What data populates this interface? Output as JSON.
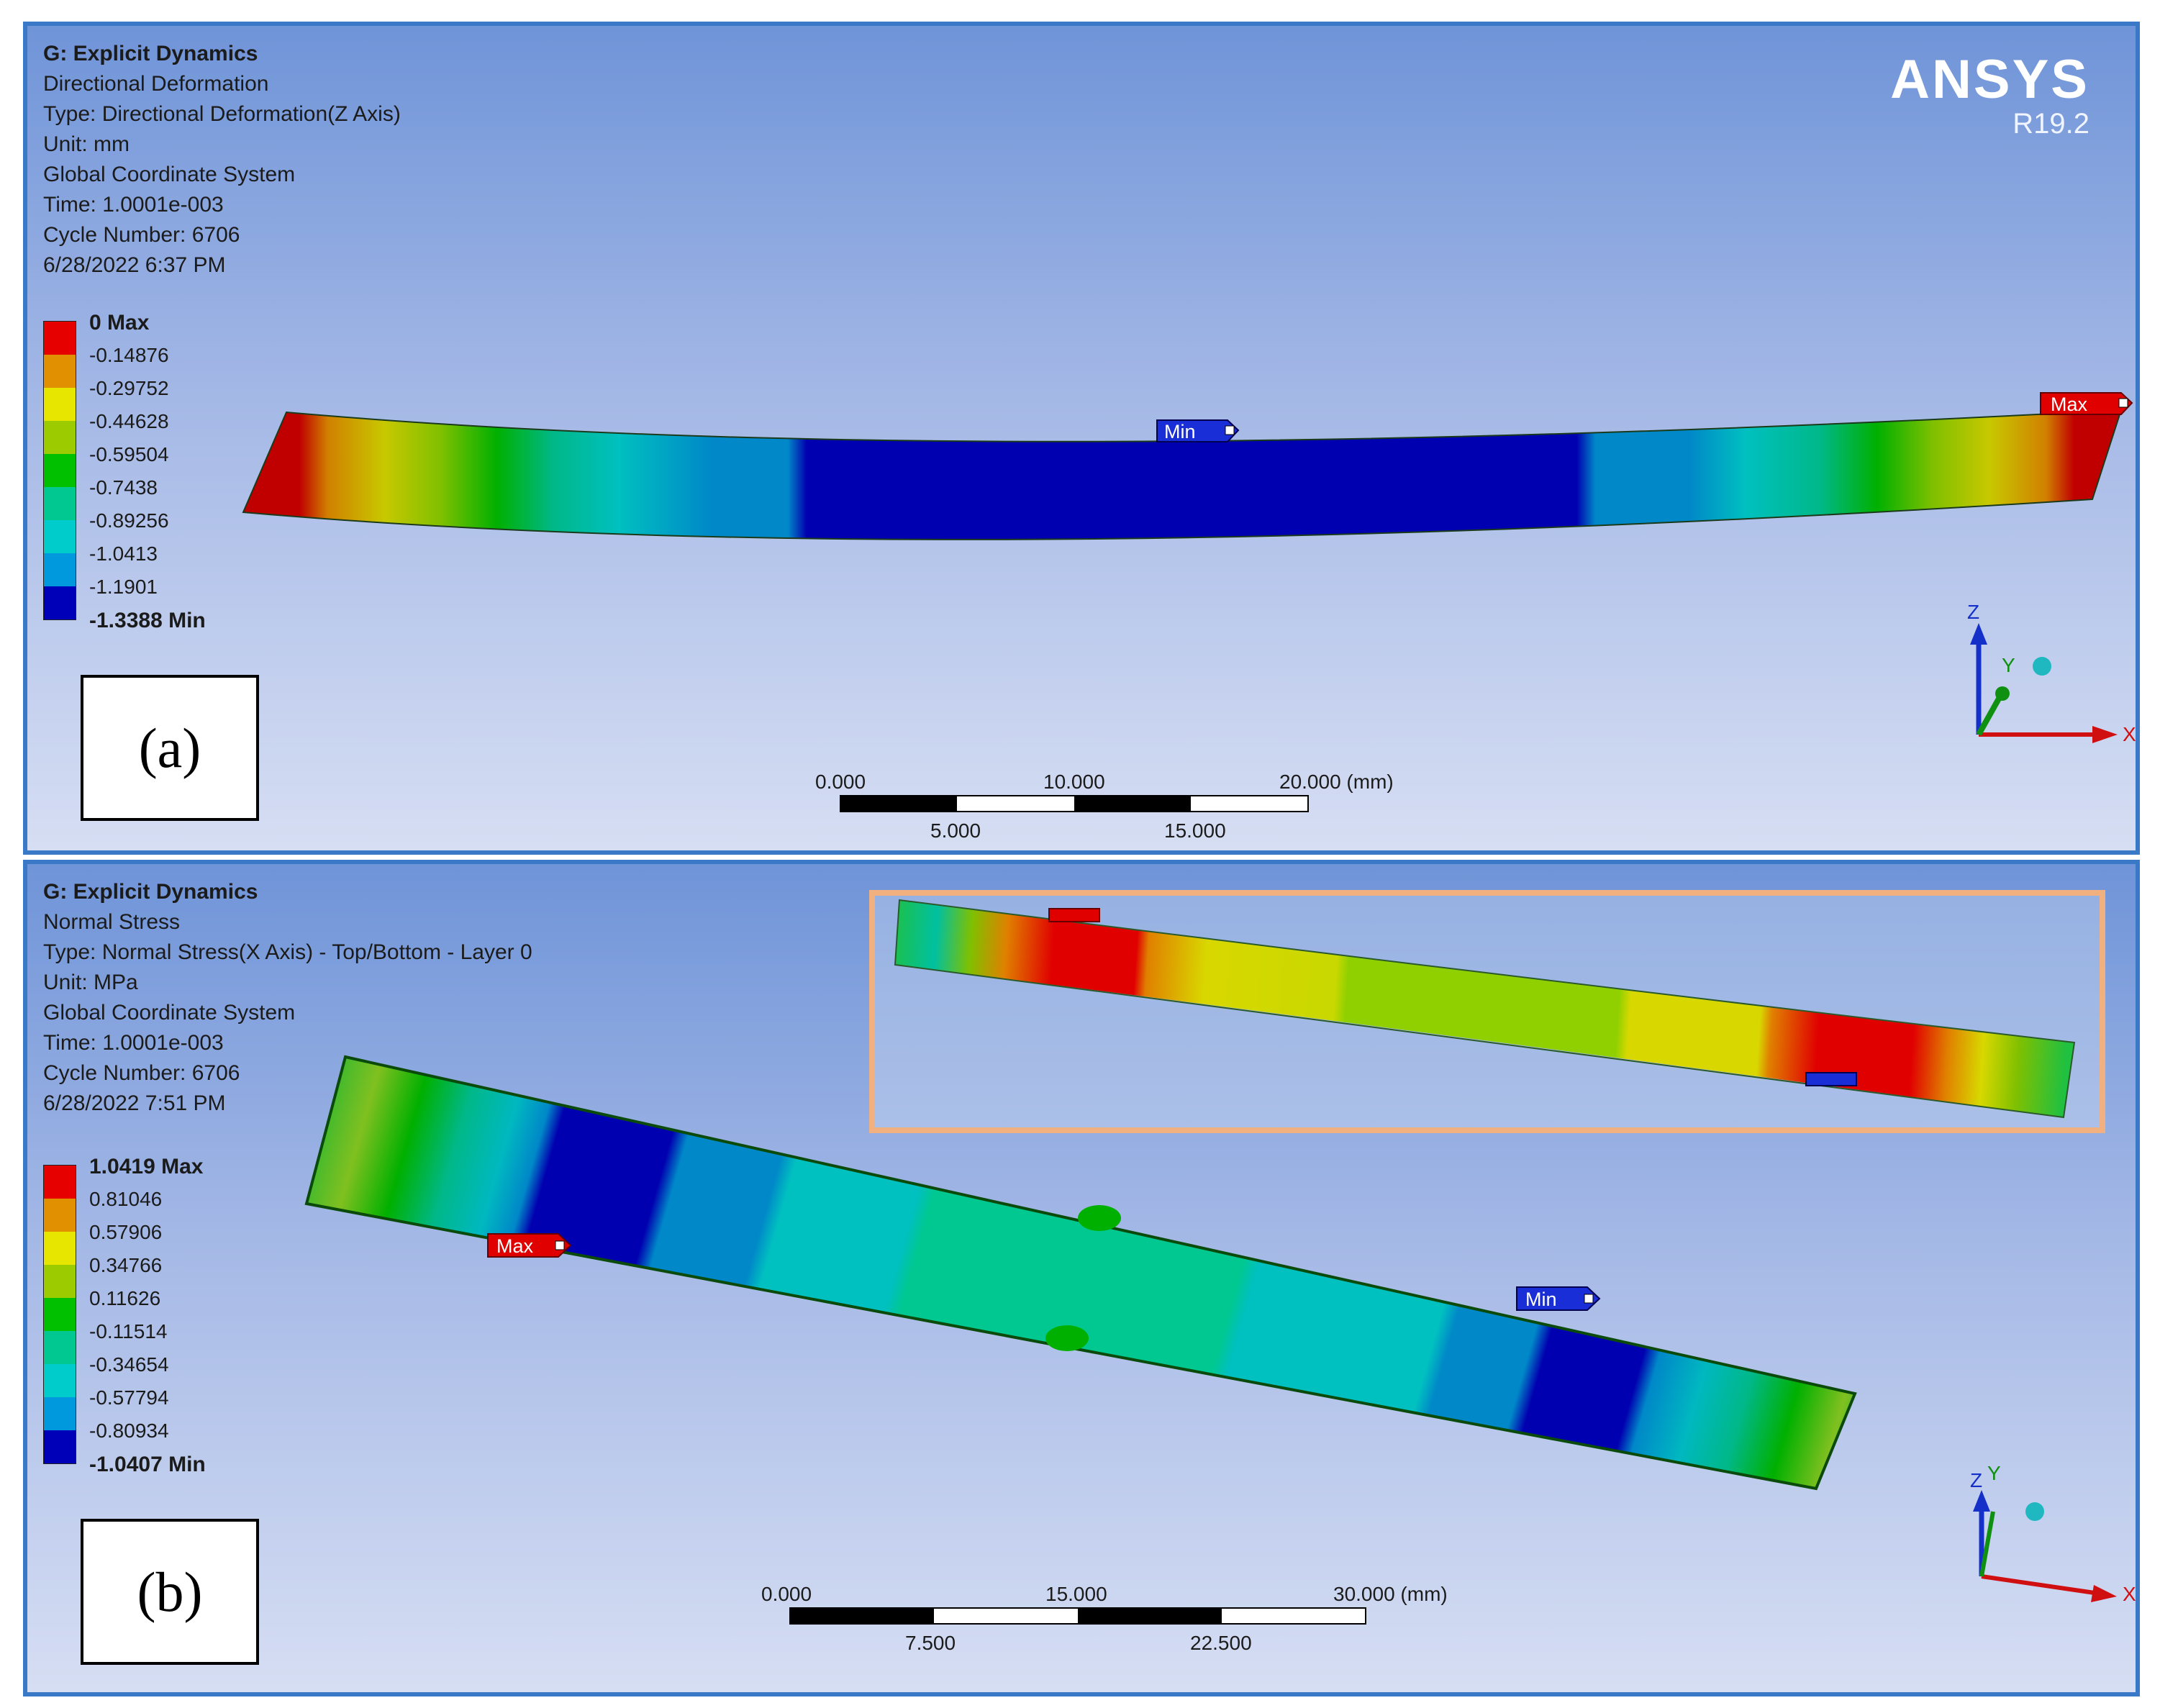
{
  "panel_a": {
    "info": {
      "title": "G: Explicit Dynamics",
      "result": "Directional Deformation",
      "type": "Type: Directional Deformation(Z Axis)",
      "unit": "Unit: mm",
      "coord": "Global Coordinate System",
      "time": "Time: 1.0001e-003",
      "cycle": "Cycle Number: 6706",
      "date": "6/28/2022 6:37 PM"
    },
    "legend": [
      "0 Max",
      "-0.14876",
      "-0.29752",
      "-0.44628",
      "-0.59504",
      "-0.7438",
      "-0.89256",
      "-1.0413",
      "-1.1901",
      "-1.3388 Min"
    ],
    "legend_colors": [
      "#e60000",
      "#e09000",
      "#e6e600",
      "#9ccc00",
      "#00c000",
      "#00c890",
      "#00cccc",
      "#0099dd",
      "#0050e0",
      "#0000b8"
    ],
    "scale": {
      "top": [
        "0.000",
        "10.000",
        "20.000 (mm)"
      ],
      "bottom": [
        "5.000",
        "15.000"
      ]
    },
    "probes": {
      "max": "Max",
      "min": "Min"
    },
    "figure_label": "(a)",
    "axes": {
      "z": "Z",
      "y": "Y",
      "x": "X"
    }
  },
  "panel_b": {
    "info": {
      "title": "G: Explicit Dynamics",
      "result": "Normal Stress",
      "type": "Type: Normal Stress(X Axis) - Top/Bottom - Layer 0",
      "unit": "Unit: MPa",
      "coord": "Global Coordinate System",
      "time": "Time: 1.0001e-003",
      "cycle": "Cycle Number: 6706",
      "date": "6/28/2022 7:51 PM"
    },
    "legend": [
      "1.0419 Max",
      "0.81046",
      "0.57906",
      "0.34766",
      "0.11626",
      "-0.11514",
      "-0.34654",
      "-0.57794",
      "-0.80934",
      "-1.0407 Min"
    ],
    "legend_colors": [
      "#e60000",
      "#e09000",
      "#e6e600",
      "#9ccc00",
      "#00c000",
      "#00c890",
      "#00cccc",
      "#0099dd",
      "#0050e0",
      "#0000b8"
    ],
    "scale": {
      "top": [
        "0.000",
        "15.000",
        "30.000 (mm)"
      ],
      "bottom": [
        "7.500",
        "22.500"
      ]
    },
    "probes": {
      "max": "Max",
      "min": "Min"
    },
    "figure_label": "(b)",
    "axes": {
      "z": "Z",
      "y": "Y",
      "x": "X"
    }
  },
  "brand": {
    "name": "ANSYS",
    "version": "R19.2"
  }
}
